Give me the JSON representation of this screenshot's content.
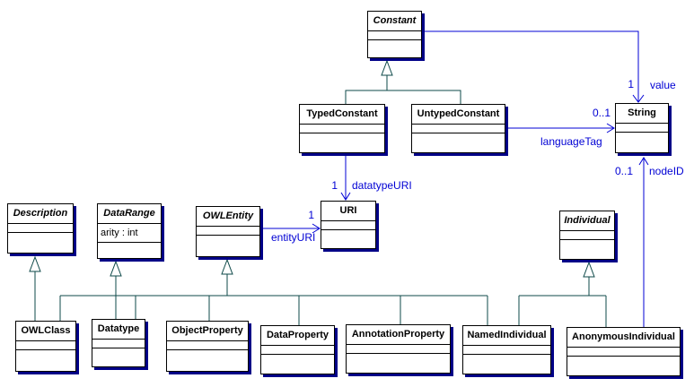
{
  "diagram": {
    "classes": {
      "constant": {
        "name": "Constant",
        "abstract": true
      },
      "typed_constant": {
        "name": "TypedConstant",
        "abstract": false
      },
      "untyped_constant": {
        "name": "UntypedConstant",
        "abstract": false
      },
      "string": {
        "name": "String",
        "abstract": false
      },
      "uri": {
        "name": "URI",
        "abstract": false
      },
      "description": {
        "name": "Description",
        "abstract": true
      },
      "datarange": {
        "name": "DataRange",
        "abstract": true,
        "attribute": "arity : int"
      },
      "owlentity": {
        "name": "OWLEntity",
        "abstract": true
      },
      "individual": {
        "name": "Individual",
        "abstract": true
      },
      "owlclass": {
        "name": "OWLClass",
        "abstract": false
      },
      "datatype": {
        "name": "Datatype",
        "abstract": false
      },
      "objectproperty": {
        "name": "ObjectProperty",
        "abstract": false
      },
      "dataproperty": {
        "name": "DataProperty",
        "abstract": false
      },
      "annotationproperty": {
        "name": "AnnotationProperty",
        "abstract": false
      },
      "namedindividual": {
        "name": "NamedIndividual",
        "abstract": false
      },
      "anonymousindividual": {
        "name": "AnonymousIndividual",
        "abstract": false
      }
    },
    "associations": {
      "value": {
        "from": "Constant",
        "to": "String",
        "label": "value",
        "multiplicity": "1"
      },
      "language_tag": {
        "from": "UntypedConstant",
        "to": "String",
        "label": "languageTag",
        "multiplicity": "0..1"
      },
      "node_id": {
        "from": "AnonymousIndividual",
        "to": "String",
        "label": "nodeID",
        "multiplicity": "0..1"
      },
      "datatype_uri": {
        "from": "TypedConstant",
        "to": "URI",
        "label": "datatypeURI",
        "multiplicity": "1"
      },
      "entity_uri": {
        "from": "OWLEntity",
        "to": "URI",
        "label": "entityURI",
        "multiplicity": "1"
      }
    },
    "generalizations": [
      {
        "parent": "Constant",
        "children": [
          "TypedConstant",
          "UntypedConstant"
        ]
      },
      {
        "parent": "Description",
        "children": [
          "OWLClass"
        ]
      },
      {
        "parent": "DataRange",
        "children": [
          "Datatype"
        ]
      },
      {
        "parent": "OWLEntity",
        "children": [
          "OWLClass",
          "Datatype",
          "ObjectProperty",
          "DataProperty",
          "AnnotationProperty",
          "NamedIndividual"
        ]
      },
      {
        "parent": "Individual",
        "children": [
          "NamedIndividual",
          "AnonymousIndividual"
        ]
      }
    ],
    "colors": {
      "association": "#0000d4",
      "generalization": "#0e4949",
      "shadow": "#000087",
      "border": "#000000",
      "background": "#ffffff"
    }
  }
}
